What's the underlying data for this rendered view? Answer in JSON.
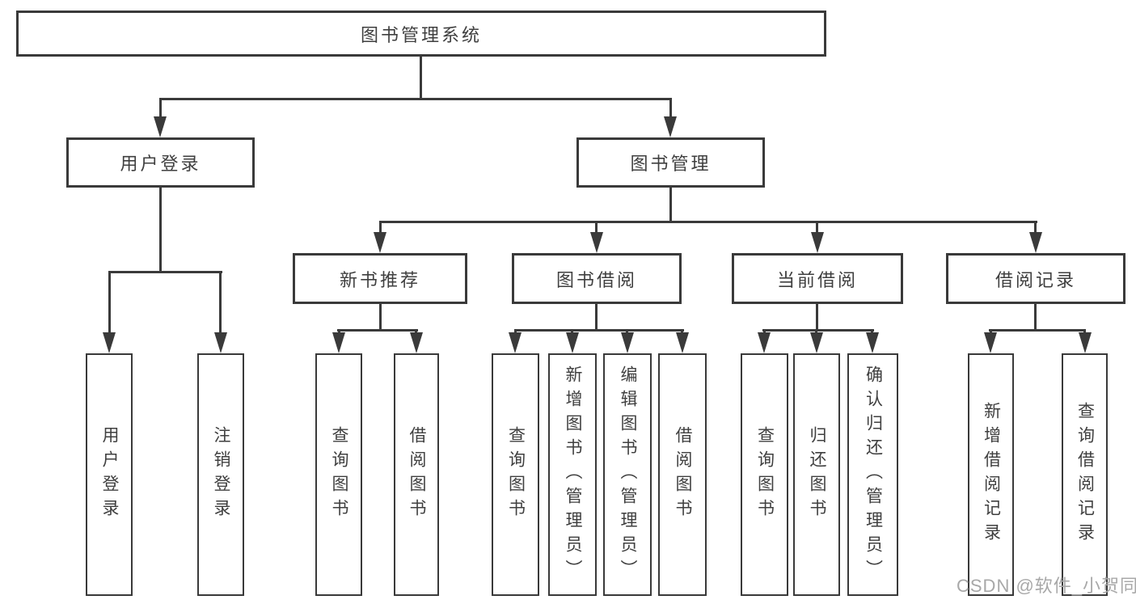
{
  "diagram": {
    "tree": {
      "label": "图书管理系统",
      "children": [
        {
          "label": "用户登录",
          "children": [
            {
              "label": "用户登录"
            },
            {
              "label": "注销登录"
            }
          ]
        },
        {
          "label": "图书管理",
          "children": [
            {
              "label": "新书推荐",
              "children": [
                {
                  "label": "查询图书"
                },
                {
                  "label": "借阅图书"
                }
              ]
            },
            {
              "label": "图书借阅",
              "children": [
                {
                  "label": "查询图书"
                },
                {
                  "label": "新增图书（管理员）"
                },
                {
                  "label": "编辑图书（管理员）"
                },
                {
                  "label": "借阅图书"
                }
              ]
            },
            {
              "label": "当前借阅",
              "children": [
                {
                  "label": "查询图书"
                },
                {
                  "label": "归还图书"
                },
                {
                  "label": "确认归还（管理员）"
                }
              ]
            },
            {
              "label": "借阅记录",
              "children": [
                {
                  "label": "新增借阅记录"
                },
                {
                  "label": "查询借阅记录"
                }
              ]
            }
          ]
        }
      ]
    },
    "watermark": "CSDN @软件_小贺同学",
    "colors": {
      "line": "#3a3a3a",
      "text": "#3f3f3f",
      "watermark": "#a8a8a8",
      "background": "#ffffff"
    }
  }
}
